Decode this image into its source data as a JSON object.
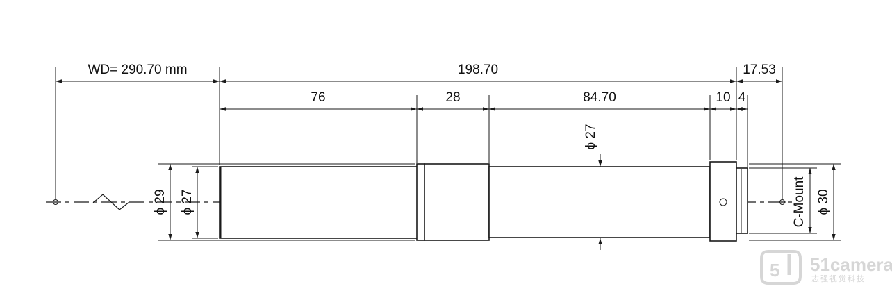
{
  "dimensions": {
    "wd": "WD= 290.70 mm",
    "overall": "198.70",
    "flange": "17.53",
    "seg_76": "76",
    "seg_28": "28",
    "seg_8470": "84.70",
    "seg_10": "10",
    "seg_4": "4",
    "dia_27_top": "ϕ 27",
    "dia_29": "ϕ 29",
    "dia_27_left": "ϕ 27",
    "mount": "C-Mount",
    "dia_30": "ϕ 30"
  },
  "watermark": {
    "brand": "51camera",
    "sub": "志强视觉科技"
  }
}
